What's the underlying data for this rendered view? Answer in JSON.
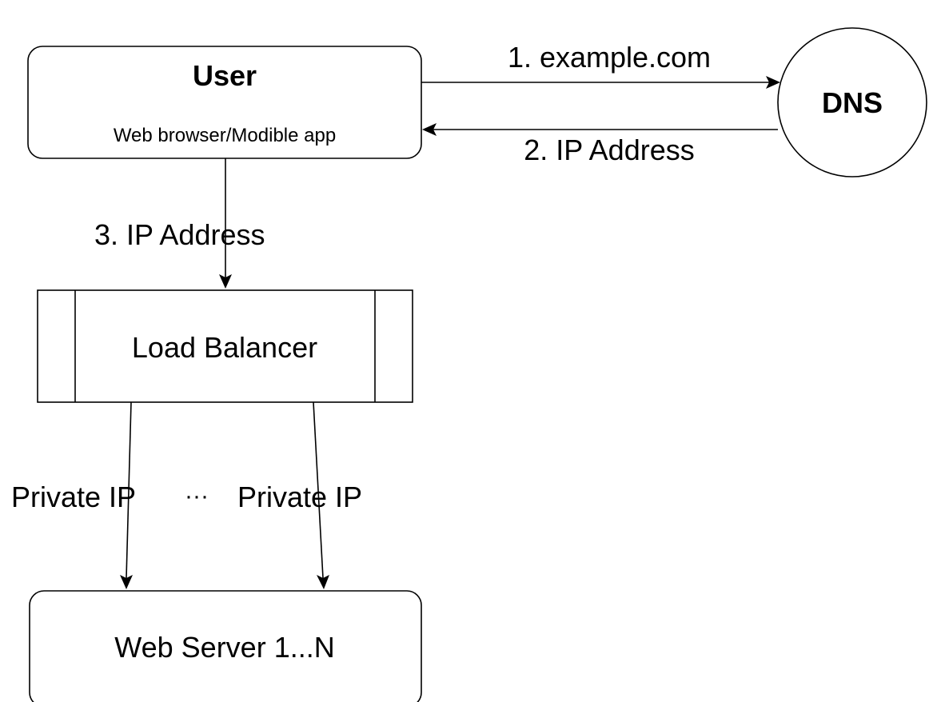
{
  "nodes": {
    "user": {
      "title": "User",
      "subtitle": "Web browser/Modible app"
    },
    "dns": {
      "label": "DNS"
    },
    "load_balancer": {
      "label": "Load Balancer"
    },
    "web_server": {
      "label": "Web Server 1...N"
    }
  },
  "edges": {
    "user_to_dns": {
      "label": "1. example.com"
    },
    "dns_to_user": {
      "label": "2. IP Address"
    },
    "user_to_lb": {
      "label": "3. IP Address"
    },
    "lb_to_server_1": {
      "label": "Private IP"
    },
    "ellipsis": {
      "label": "···"
    },
    "lb_to_server_n": {
      "label": "Private IP"
    }
  }
}
